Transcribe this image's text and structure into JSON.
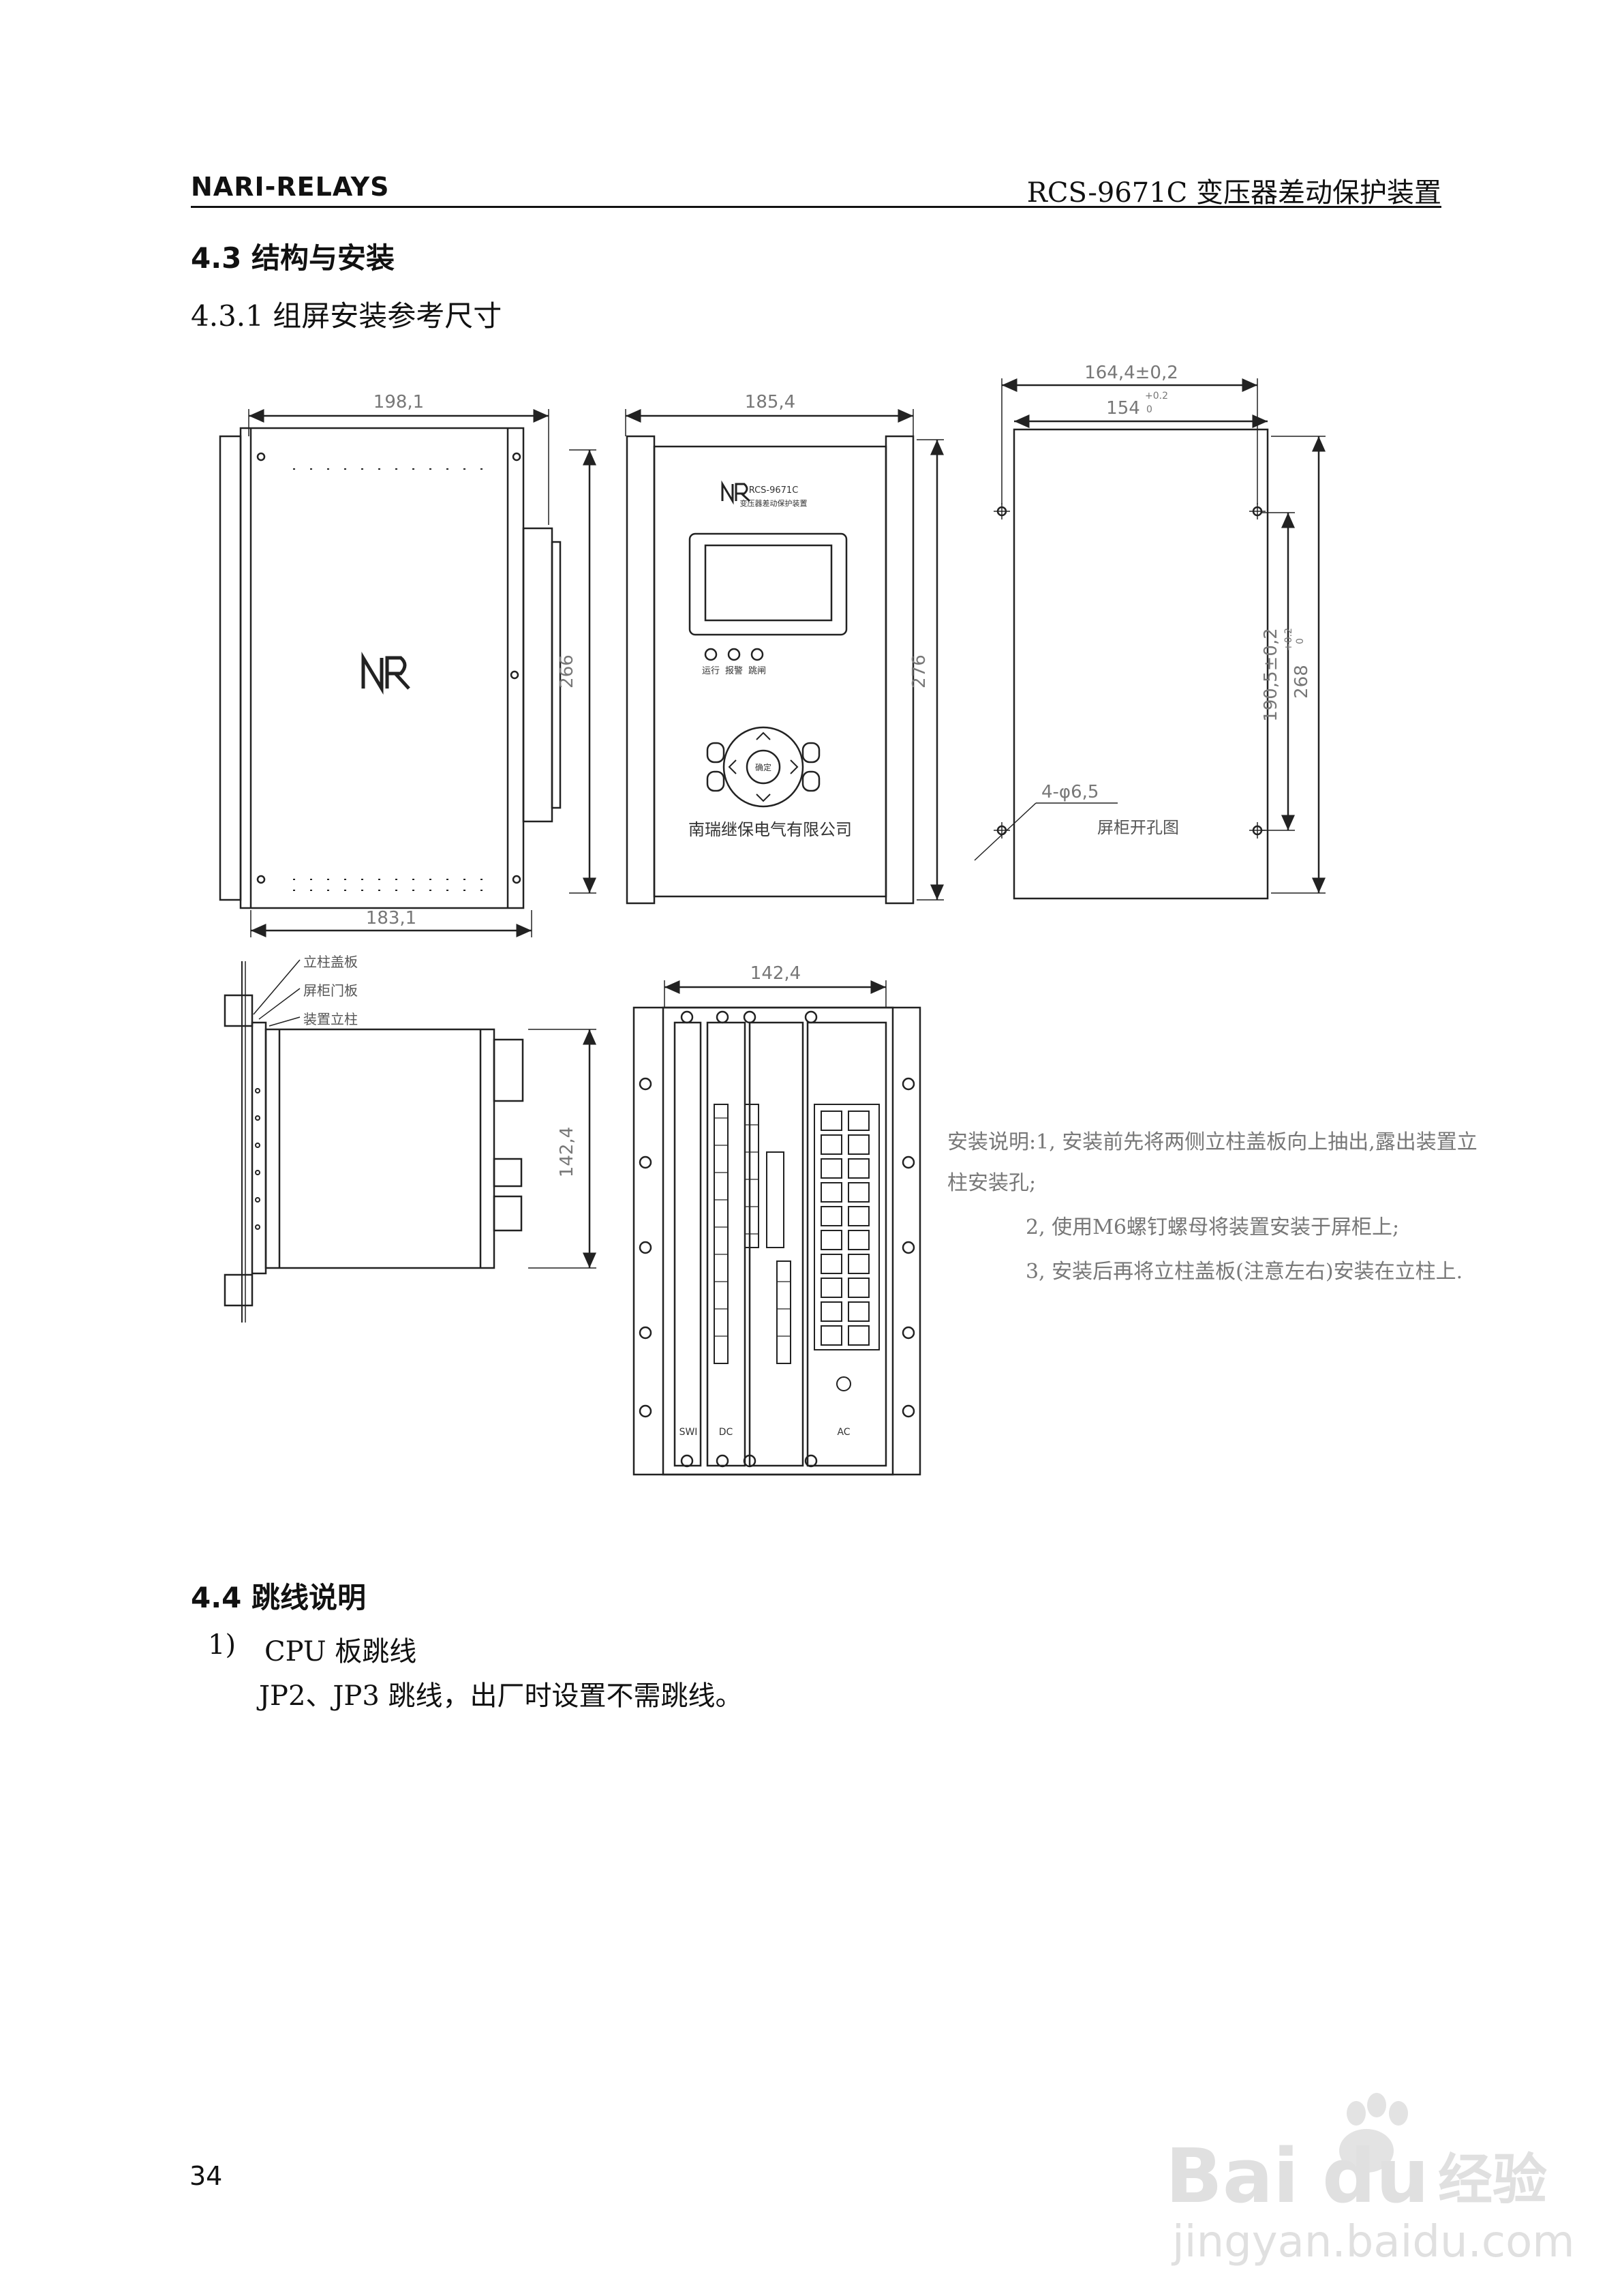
{
  "header": {
    "brand": "NARI-RELAYS",
    "doc_title": "RCS-9671C 变压器差动保护装置"
  },
  "sections": {
    "s43": "4.3  结构与安装",
    "s431": "4.3.1  组屏安装参考尺寸",
    "s44": "4.4  跳线说明",
    "item1_num": "1)",
    "item1_title": "CPU 板跳线",
    "item1_body": "JP2、JP3 跳线，出厂时设置不需跳线。"
  },
  "drawing": {
    "side_top_dim": "198,1",
    "side_height_dim": "266",
    "side_bottom_dim": "183,1",
    "front_top_dim": "185,4",
    "front_height_dim": "276",
    "front_model": "RCS-9671C",
    "front_model_sub": "变压器差动保护装置",
    "led1": "运行",
    "led2": "报警",
    "led3": "跳闸",
    "keypad_center": "确定",
    "front_company": "南瑞继保电气有限公司",
    "cut_top_dim1": "164,4±0,2",
    "cut_top_dim2": "154",
    "cut_top_dim2_tol": "+0.2",
    "cut_top_dim2_tol_low": "0",
    "cut_h_dim1": "190,5±0,2",
    "cut_h_dim2": "268",
    "cut_h_dim2_tol": "+0.2",
    "cut_h_dim2_tol_low": "0",
    "cut_hole_label": "4-φ6,5",
    "cut_title": "屏柜开孔图",
    "label_cover": "立柱盖板",
    "label_door": "屏柜门板",
    "label_post": "装置立柱",
    "rear_height_dim": "142,4",
    "back_top_dim": "142,4",
    "slot1": "SWI",
    "slot2": "DC",
    "slot3": "AC",
    "note_line1": "安装说明:1, 安装前先将两侧立柱盖板向上抽出,露出装置立",
    "note_line2": "柱安装孔;",
    "note_line3": "2, 使用M6螺钉螺母将装置安装于屏柜上;",
    "note_line4": "3, 安装后再将立柱盖板(注意左右)安装在立柱上."
  },
  "page_number": "34",
  "watermark": {
    "brand": "Bai",
    "brand2": "du",
    "sub": "经验",
    "url": "jingyan.baidu.com"
  }
}
